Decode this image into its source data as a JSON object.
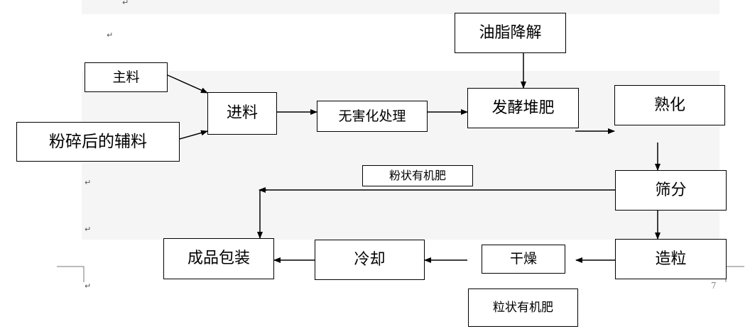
{
  "diagram": {
    "nodes": {
      "main": "主料",
      "aux": "粉碎后的辅料",
      "feed": "进料",
      "harmless": "无害化处理",
      "oil": "油脂降解",
      "compost": "发酵堆肥",
      "mature": "熟化",
      "sieve": "筛分",
      "powder": "粉状有机肥",
      "granulate": "造粒",
      "dry": "干燥",
      "granular": "粒状有机肥",
      "cool": "冷却",
      "pack": "成品包装"
    },
    "edges": [
      [
        "main",
        "feed"
      ],
      [
        "aux",
        "feed"
      ],
      [
        "feed",
        "harmless"
      ],
      [
        "harmless",
        "compost"
      ],
      [
        "oil",
        "compost"
      ],
      [
        "compost",
        "mature"
      ],
      [
        "mature",
        "sieve"
      ],
      [
        "sieve",
        "pack"
      ],
      [
        "sieve",
        "granulate"
      ],
      [
        "granulate",
        "dry"
      ],
      [
        "dry",
        "cool"
      ],
      [
        "cool",
        "pack"
      ]
    ]
  },
  "marks": {
    "paragraph": "↵",
    "page_number": "7"
  }
}
